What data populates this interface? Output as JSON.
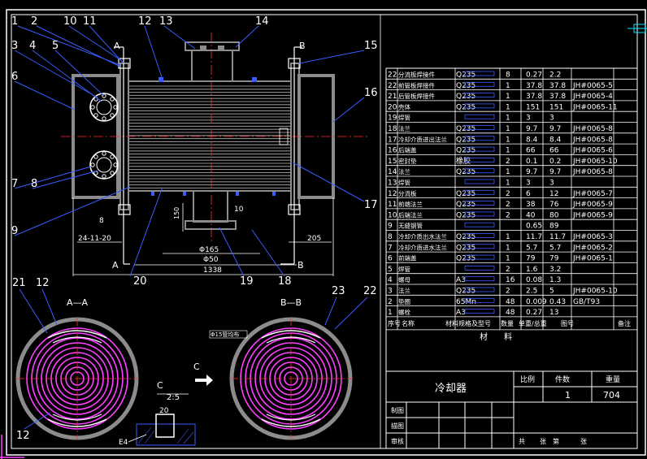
{
  "colors": {
    "background": "#000000",
    "frame": "#ffffff",
    "cyan": "#00e8ff",
    "blue": "#3a5cff",
    "magenta": "#ff40ff",
    "green": "#2de02d",
    "grey": "#8c8c8c",
    "yellow": "#ffff40",
    "red": "#ff3030"
  },
  "callouts_top": [
    "1",
    "2",
    "10",
    "11",
    "12",
    "13",
    "14",
    "3",
    "4",
    "5",
    "15",
    "6",
    "16",
    "7",
    "8",
    "17",
    "9",
    "20",
    "19",
    "18"
  ],
  "section_markers": {
    "a": "A",
    "b": "B"
  },
  "dimensions": {
    "d1": "24-11-20",
    "d2": "8",
    "d3": "Φ165",
    "d4": "Φ50",
    "d5": "1338",
    "d6": "205",
    "d7": "150",
    "d8": "10"
  },
  "views": {
    "aa_title": "A—A",
    "bb_title": "B—B",
    "aa_callouts": [
      "21",
      "12",
      "12"
    ],
    "bb_callouts": [
      "23",
      "22"
    ],
    "bb_note": "Φ15管均布",
    "c_view": "C",
    "c_detail_title": "C",
    "c_detail_scale": "2:5",
    "c_dim": "20",
    "c_weld": "E4"
  },
  "bom": {
    "rows": [
      {
        "no": "22",
        "name": "分流板焊接件",
        "spec": "Q235",
        "qty": "8",
        "unit": "0.27",
        "total": "2.2",
        "drawing": ""
      },
      {
        "no": "22",
        "name": "前管板焊接件",
        "spec": "Q235",
        "qty": "1",
        "unit": "37.8",
        "total": "37.8",
        "drawing": "JH#0065-5"
      },
      {
        "no": "21",
        "name": "后管板焊接件",
        "spec": "Q235",
        "qty": "1",
        "unit": "37.8",
        "total": "37.8",
        "drawing": "JH#0065-4"
      },
      {
        "no": "20",
        "name": "壳体",
        "spec": "Q235",
        "qty": "1",
        "unit": "151",
        "total": "151",
        "drawing": "JH#0065-11"
      },
      {
        "no": "19",
        "name": "焊管",
        "spec": "",
        "qty": "1",
        "unit": "3",
        "total": "3",
        "drawing": ""
      },
      {
        "no": "18",
        "name": "法兰",
        "spec": "Q235",
        "qty": "1",
        "unit": "9.7",
        "total": "9.7",
        "drawing": "JH#0065-8"
      },
      {
        "no": "17",
        "name": "冷却介质进出法兰",
        "spec": "Q235",
        "qty": "1",
        "unit": "8.4",
        "total": "8.4",
        "drawing": "JH#0065-8"
      },
      {
        "no": "16",
        "name": "后端盖",
        "spec": "Q235",
        "qty": "1",
        "unit": "66",
        "total": "66",
        "drawing": "JH#0065-6"
      },
      {
        "no": "15",
        "name": "密封垫",
        "spec": "橡胶",
        "qty": "2",
        "unit": "0.1",
        "total": "0.2",
        "drawing": "JH#0065-10"
      },
      {
        "no": "14",
        "name": "法兰",
        "spec": "Q235",
        "qty": "1",
        "unit": "9.7",
        "total": "9.7",
        "drawing": "JH#0065-8"
      },
      {
        "no": "13",
        "name": "焊管",
        "spec": "",
        "qty": "1",
        "unit": "3",
        "total": "3",
        "drawing": ""
      },
      {
        "no": "12",
        "name": "分流板",
        "spec": "Q235",
        "qty": "2",
        "unit": "6",
        "total": "12",
        "drawing": "JH#0065-7"
      },
      {
        "no": "11",
        "name": "前端法兰",
        "spec": "Q235",
        "qty": "2",
        "unit": "38",
        "total": "76",
        "drawing": "JH#0065-9"
      },
      {
        "no": "10",
        "name": "后端法兰",
        "spec": "Q235",
        "qty": "2",
        "unit": "40",
        "total": "80",
        "drawing": "JH#0065-9"
      },
      {
        "no": "9",
        "name": "无缝钢管",
        "spec": "",
        "qty": "",
        "unit": "0.65",
        "total": "89",
        "drawing": ""
      },
      {
        "no": "8",
        "name": "冷却介质出水法兰",
        "spec": "Q235",
        "qty": "1",
        "unit": "11.7",
        "total": "11.7",
        "drawing": "JH#0065-3"
      },
      {
        "no": "7",
        "name": "冷却介质进水法兰",
        "spec": "Q235",
        "qty": "1",
        "unit": "5.7",
        "total": "5.7",
        "drawing": "JH#0065-2"
      },
      {
        "no": "6",
        "name": "前端盖",
        "spec": "Q235",
        "qty": "1",
        "unit": "79",
        "total": "79",
        "drawing": "JH#0065-1"
      },
      {
        "no": "5",
        "name": "焊管",
        "spec": "",
        "qty": "2",
        "unit": "1.6",
        "total": "3.2",
        "drawing": ""
      },
      {
        "no": "4",
        "name": "螺母",
        "spec": "A3",
        "qty": "16",
        "unit": "0.08",
        "total": "1.3",
        "drawing": ""
      },
      {
        "no": "3",
        "name": "法兰",
        "spec": "Q235",
        "qty": "2",
        "unit": "2.5",
        "total": "5",
        "drawing": "JH#0065-10"
      },
      {
        "no": "2",
        "name": "垫圈",
        "spec": "65Mn",
        "qty": "48",
        "unit": "0.009",
        "total": "0.43",
        "drawing": "GB/T93"
      },
      {
        "no": "1",
        "name": "螺栓",
        "spec": "A3",
        "qty": "48",
        "unit": "0.27",
        "total": "13",
        "drawing": ""
      }
    ],
    "header": {
      "no": "序号",
      "name": "名称",
      "spec": "材料规格及型号",
      "qty": "数量",
      "weight": "单重/总重",
      "drawing": "图号",
      "note": "备注"
    },
    "material_label": "材　　料"
  },
  "title_block": {
    "name": "冷却器",
    "scale_label": "比例",
    "count_label": "件数",
    "weight_label": "重量",
    "count": "1",
    "weight": "704",
    "rows": [
      "制图",
      "描图",
      "审核"
    ],
    "sheet": [
      "共",
      "张",
      "第",
      "张"
    ]
  },
  "side_mark": "—"
}
